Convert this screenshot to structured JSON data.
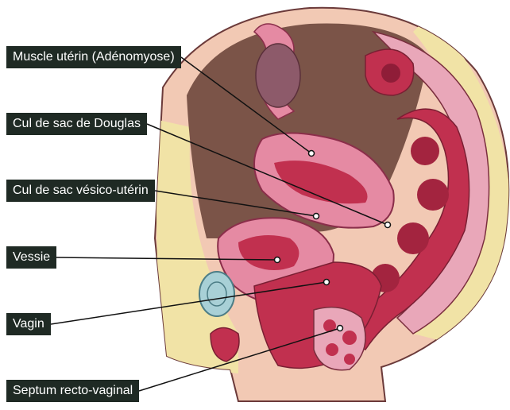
{
  "labels": [
    {
      "id": "uterine-muscle",
      "text": "Muscle utérin (Adénomyose)"
    },
    {
      "id": "pouch-of-douglas",
      "text": "Cul de sac de Douglas"
    },
    {
      "id": "vesicouterine-pouch",
      "text": "Cul de sac vésico-utérin"
    },
    {
      "id": "bladder",
      "text": "Vessie"
    },
    {
      "id": "vagina",
      "text": "Vagin"
    },
    {
      "id": "rectovaginal-septum",
      "text": "Septum recto-vaginal"
    }
  ],
  "colors": {
    "label_bg": "#1f2a24",
    "label_text": "#ffffff",
    "leader_line": "#111111",
    "fat": "#f1e3a6",
    "cavity": "#7b5448",
    "muscle_pink": "#e58aa3",
    "muscle_red": "#c1304f",
    "skin": "#f2c9b4",
    "bladder_fill": "#a8d0d6"
  }
}
